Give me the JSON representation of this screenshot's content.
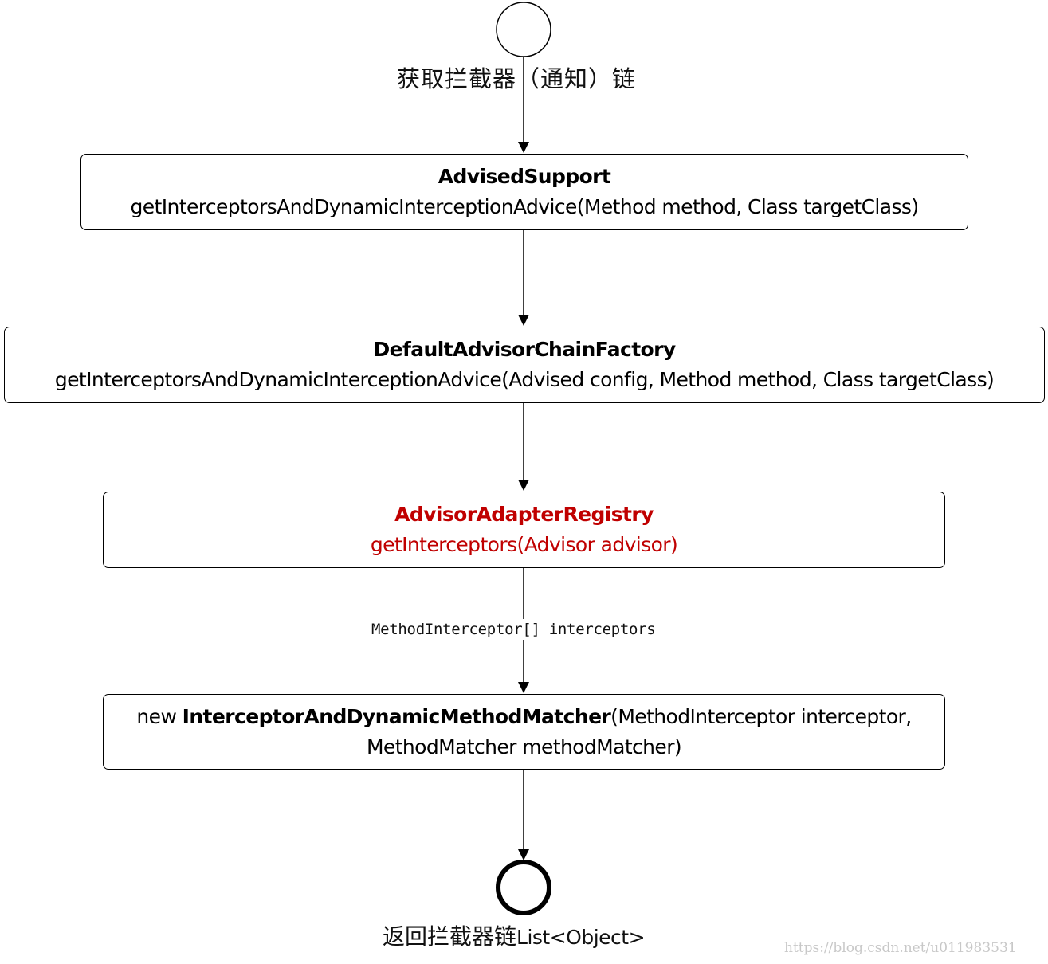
{
  "start": {
    "label": "获取拦截器（通知）链"
  },
  "nodes": [
    {
      "title": "AdvisedSupport",
      "method": "getInterceptorsAndDynamicInterceptionAdvice(Method method, Class targetClass)"
    },
    {
      "title": "DefaultAdvisorChainFactory",
      "method": "getInterceptorsAndDynamicInterceptionAdvice(Advised config, Method method, Class targetClass)"
    },
    {
      "title": "AdvisorAdapterRegistry",
      "method": "getInterceptors(Advisor advisor)",
      "color": "#c00000"
    },
    {
      "prefix": "new ",
      "title": "InterceptorAndDynamicMethodMatcher",
      "suffix": "(MethodInterceptor interceptor,",
      "line2": "MethodMatcher methodMatcher)"
    }
  ],
  "edge_label": "MethodInterceptor[] interceptors",
  "end": {
    "label_cn": "返回拦截器链",
    "label_en": "List<Object>"
  },
  "watermark": "https://blog.csdn.net/u011983531"
}
